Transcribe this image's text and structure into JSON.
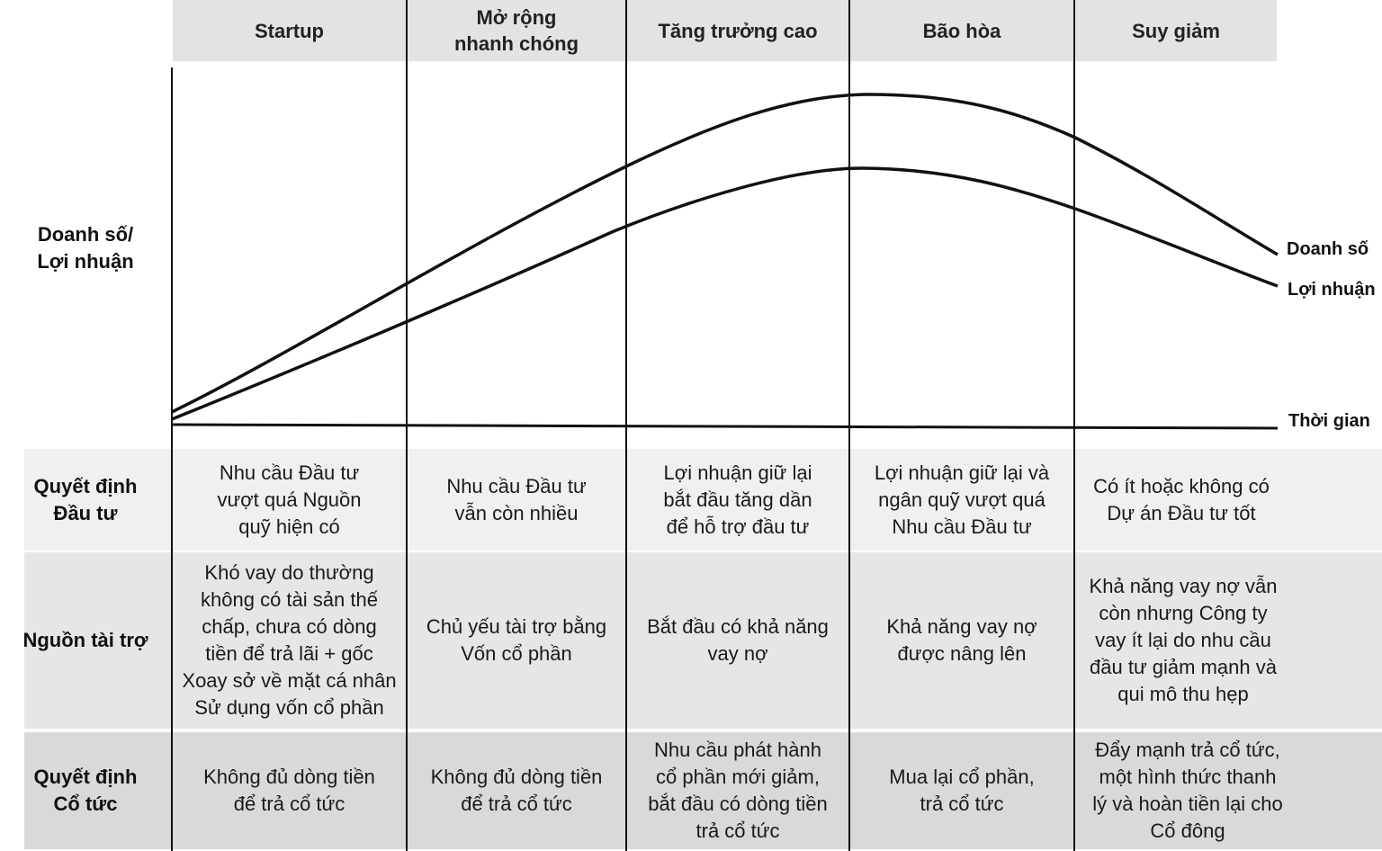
{
  "stages": [
    "Startup",
    "Mở rộng\nnhanh chóng",
    "Tăng trưởng cao",
    "Bão hòa",
    "Suy giảm"
  ],
  "y_axis_label": "Doanh số/\nLợi nhuận",
  "curve_labels": {
    "sales": "Doanh số",
    "profit": "Lợi nhuận",
    "time": "Thời gian"
  },
  "rows": [
    {
      "label": "Quyết định\nĐầu tư",
      "cells": [
        "Nhu cầu Đầu tư\nvượt quá Nguồn\nquỹ hiện có",
        "Nhu cầu Đầu tư\nvẫn còn nhiều",
        "Lợi nhuận giữ lại\nbắt đầu tăng dần\nđể hỗ trợ đầu tư",
        "Lợi nhuận giữ lại và\nngân quỹ vượt quá\nNhu cầu Đầu tư",
        "Có ít hoặc không có\nDự án Đầu tư tốt"
      ]
    },
    {
      "label": "Nguồn tài trợ",
      "cells": [
        "Khó vay do thường\nkhông có tài sản thế\nchấp, chưa có dòng\ntiền để trả lãi + gốc\nXoay sở về mặt cá nhân\nSử dụng vốn cổ phần",
        "Chủ yếu tài trợ bằng\nVốn cổ phần",
        "Bắt đầu có khả năng\nvay nợ",
        "Khả năng vay nợ\nđược nâng lên",
        "Khả năng vay nợ vẫn\ncòn nhưng Công ty\nvay ít lại do nhu cầu\nđầu tư giảm mạnh và\nqui mô thu hẹp"
      ]
    },
    {
      "label": "Quyết định\nCổ tức",
      "cells": [
        "Không đủ dòng tiền\nđể trả cổ tức",
        "Không đủ dòng tiền\nđể trả cổ tức",
        "Nhu cầu phát hành\ncổ phần mới giảm,\nbắt đầu có dòng tiền\ntrả cổ tức",
        "Mua lại cổ phần,\ntrả cổ tức",
        "Đẩy mạnh trả cổ tức,\nmột hình thức thanh\nlý và hoàn tiền lại cho\nCổ đông"
      ]
    }
  ]
}
